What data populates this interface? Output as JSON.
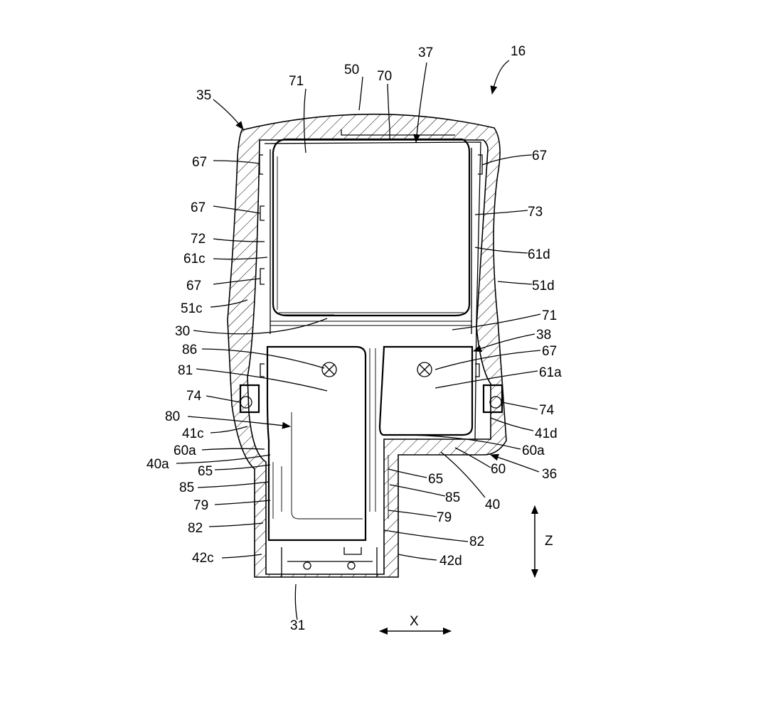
{
  "figure": {
    "ref_16": "16",
    "ref_35": "35",
    "ref_37": "37",
    "ref_50": "50",
    "ref_70": "70",
    "ref_71_top": "71",
    "ref_71_mid": "71",
    "ref_67_tl": "67",
    "ref_67_tr": "67",
    "ref_67_l2": "67",
    "ref_67_l3": "67",
    "ref_67_r2": "67",
    "ref_73": "73",
    "ref_72": "72",
    "ref_61c": "61c",
    "ref_61d": "61d",
    "ref_51c": "51c",
    "ref_51d": "51d",
    "ref_30": "30",
    "ref_38": "38",
    "ref_86": "86",
    "ref_81": "81",
    "ref_61a": "61a",
    "ref_74_l": "74",
    "ref_74_r": "74",
    "ref_80": "80",
    "ref_41c": "41c",
    "ref_41d": "41d",
    "ref_60a_l": "60a",
    "ref_60a_r": "60a",
    "ref_40a": "40a",
    "ref_60": "60",
    "ref_36": "36",
    "ref_65_l": "65",
    "ref_65_r": "65",
    "ref_85_l": "85",
    "ref_85_r": "85",
    "ref_40": "40",
    "ref_79_l": "79",
    "ref_79_r": "79",
    "ref_82_l": "82",
    "ref_82_r": "82",
    "ref_42c": "42c",
    "ref_42d": "42d",
    "ref_31": "31",
    "axis_z": "Z",
    "axis_x": "X"
  }
}
